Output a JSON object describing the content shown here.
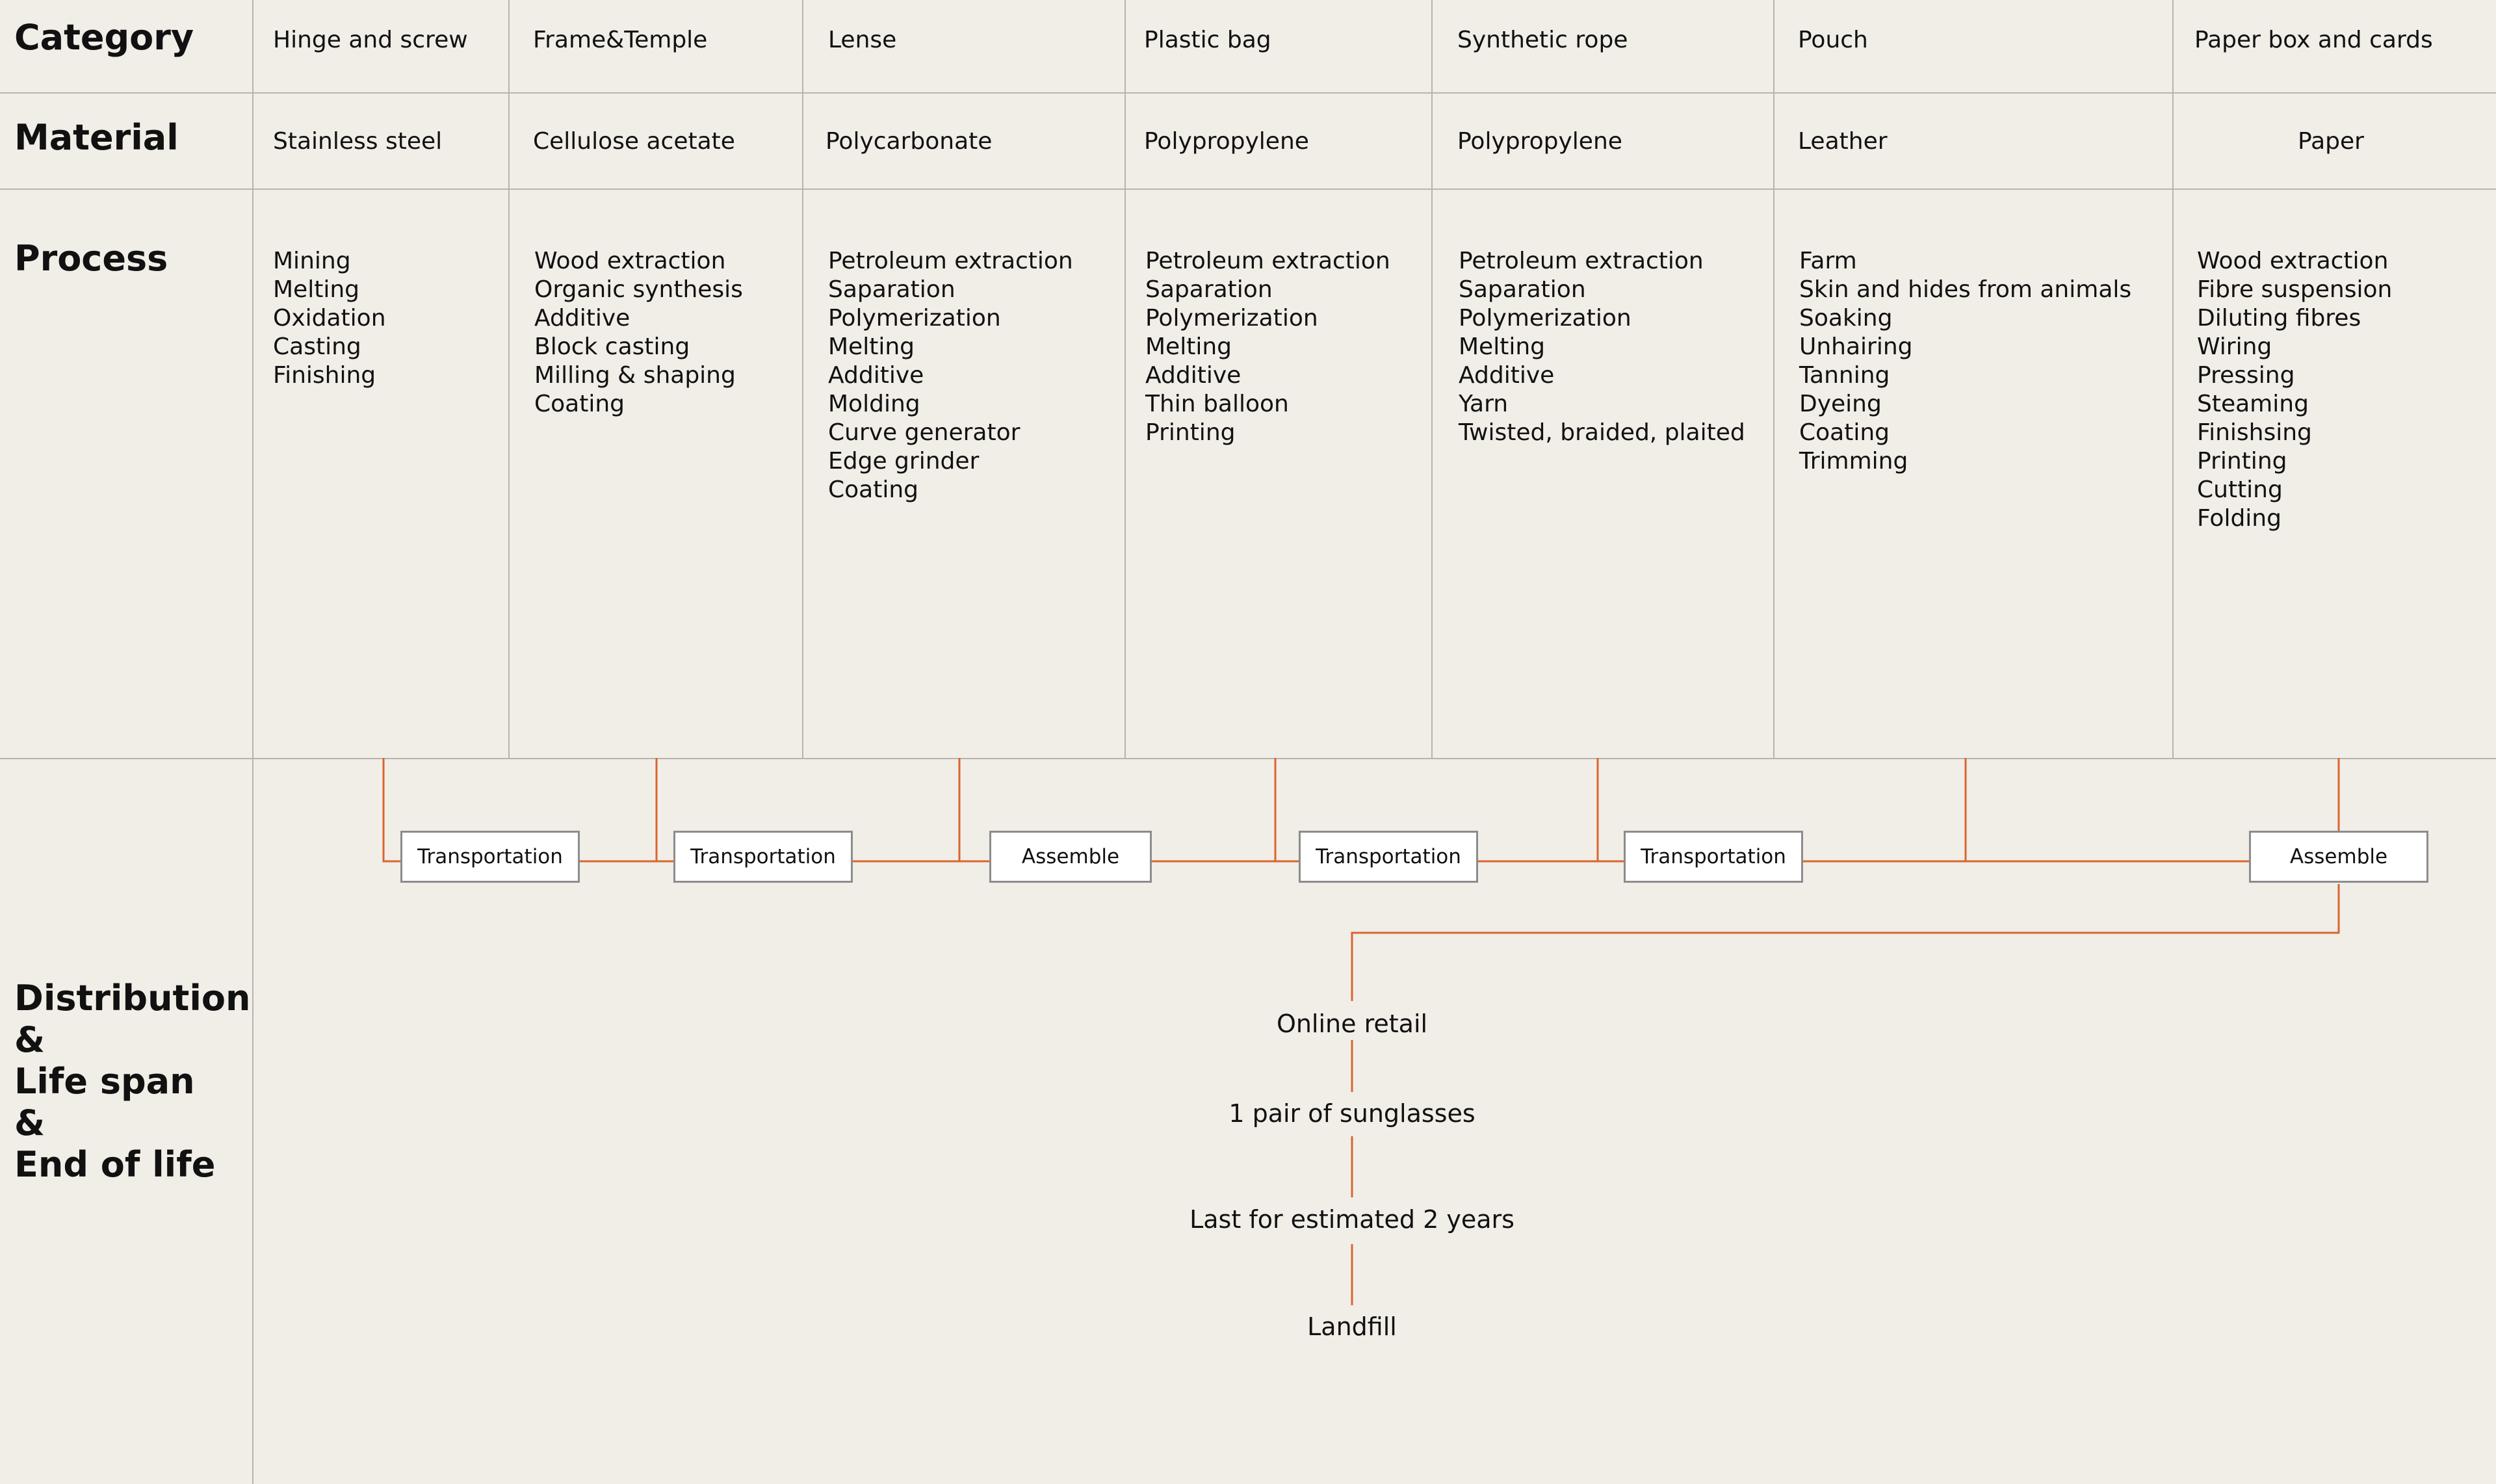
{
  "rows": {
    "category": "Category",
    "material": "Material",
    "process": "Process",
    "distribution": [
      "Distribution",
      "&",
      "Life span",
      "&",
      "End of life"
    ]
  },
  "columns": [
    {
      "category": "Hinge and screw",
      "material": "Stainless steel",
      "process": [
        "Mining",
        "Melting",
        "Oxidation",
        "Casting",
        "Finishing"
      ]
    },
    {
      "category": "Frame&Temple",
      "material": "Cellulose acetate",
      "process": [
        "Wood extraction",
        "Organic synthesis",
        "Additive",
        "Block casting",
        "Milling & shaping",
        "Coating"
      ]
    },
    {
      "category": "Lense",
      "material": "Polycarbonate",
      "process": [
        "Petroleum extraction",
        "Saparation",
        "Polymerization",
        "Melting",
        "Additive",
        "Molding",
        "Curve generator",
        "Edge grinder",
        "Coating"
      ]
    },
    {
      "category": "Plastic bag",
      "material": "Polypropylene",
      "process": [
        "Petroleum extraction",
        "Saparation",
        "Polymerization",
        "Melting",
        "Additive",
        "Thin balloon",
        "Printing"
      ]
    },
    {
      "category": "Synthetic rope",
      "material": "Polypropylene",
      "process": [
        "Petroleum extraction",
        "Saparation",
        "Polymerization",
        "Melting",
        "Additive",
        "Yarn",
        "Twisted, braided, plaited"
      ]
    },
    {
      "category": "Pouch",
      "material": "Leather",
      "process": [
        "Farm",
        "Skin and hides from animals",
        "Soaking",
        "Unhairing",
        "Tanning",
        "Dyeing",
        "Coating",
        "Trimming"
      ]
    },
    {
      "category": "Paper box and cards",
      "material": "Paper",
      "process": [
        "Wood extraction",
        "Fibre suspension",
        "Diluting fibres",
        "Wiring",
        "Pressing",
        "Steaming",
        "Finishsing",
        "Printing",
        "Cutting",
        "Folding"
      ]
    }
  ],
  "flow": {
    "boxes": [
      "Transportation",
      "Transportation",
      "Assemble",
      "Transportation",
      "Transportation",
      "Assemble"
    ],
    "lifecycle": [
      "Online retail",
      "1 pair of sunglasses",
      "Last for estimated 2 years",
      "Landfill"
    ],
    "accent": "#d9652f"
  }
}
